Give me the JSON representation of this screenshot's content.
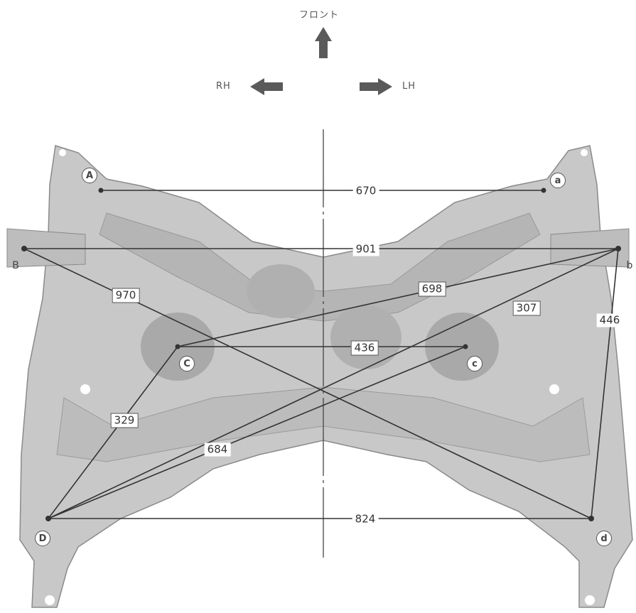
{
  "directions": {
    "front": "フロント",
    "right": "RH",
    "left": "LH"
  },
  "points": {
    "A": "A",
    "a": "a",
    "B": "B",
    "b": "b",
    "C": "C",
    "c": "c",
    "D": "D",
    "d": "d"
  },
  "dimensions": {
    "A_a": "670",
    "B_b": "901",
    "C_c": "436",
    "D_d": "824",
    "B_d": "970",
    "b_C": "698",
    "b_D": "307",
    "b_d": "446",
    "C_D": "329",
    "c_D": "684"
  },
  "colors": {
    "frame_fill": "#c8c8c8",
    "frame_shade": "#a9a9a9",
    "line": "#444444",
    "arrow": "#5a5a5a"
  }
}
